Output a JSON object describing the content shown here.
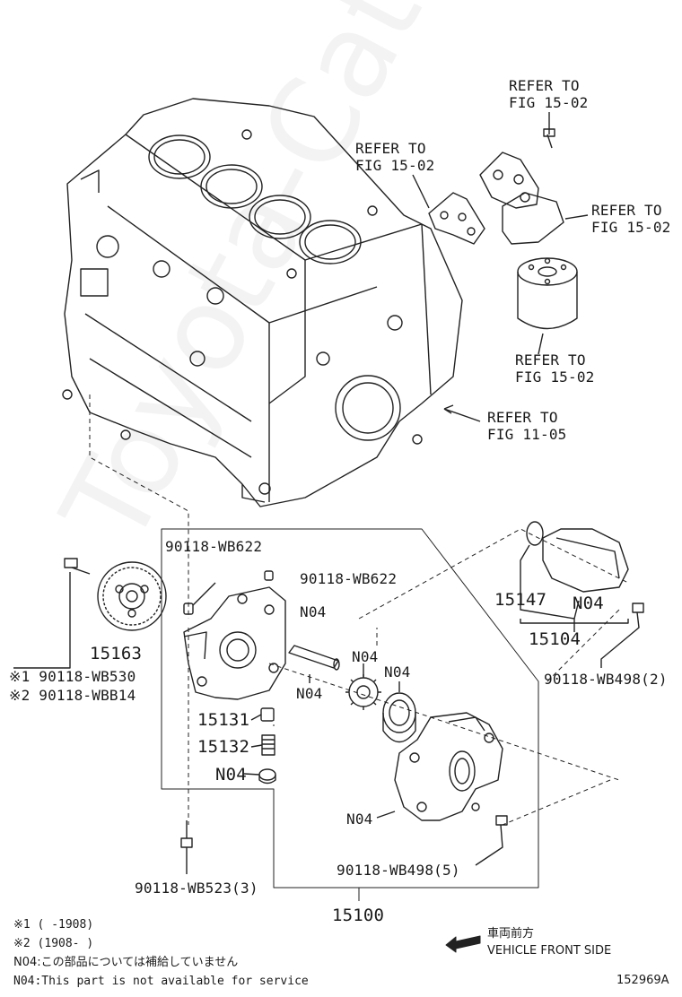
{
  "watermark": "Toyota-Catalog.ru",
  "refs": {
    "r1": [
      "REFER TO",
      "FIG 15-02"
    ],
    "r2": [
      "REFER TO",
      "FIG 15-02"
    ],
    "r3": [
      "REFER TO",
      "FIG 15-02"
    ],
    "r4": [
      "REFER TO",
      "FIG 15-02"
    ],
    "r5": [
      "REFER TO",
      "FIG 11-05"
    ]
  },
  "parts": {
    "p90118_wb622_a": "90118-WB622",
    "p90118_wb622_b": "90118-WB622",
    "n04_a": "N04",
    "p15163": "15163",
    "note1_part": "※1 90118-WB530",
    "note2_part": "※2 90118-WBB14",
    "n04_b": "N04",
    "n04_c": "N04",
    "n04_d": "N04",
    "p15131": "15131",
    "p15132": "15132",
    "n04_e": "N04",
    "n04_f": "N04",
    "p90118_wb498_5": "90118-WB498(5)",
    "p90118_wb523_3": "90118-WB523(3)",
    "p15100": "15100",
    "p15147": "15147",
    "n04_g": "N04",
    "p15104": "15104",
    "p90118_wb498_2": "90118-WB498(2)"
  },
  "notes": {
    "n1": "※1 (     -1908)",
    "n2": "※2 (1908-     )",
    "n3": "N04:この部品については補給していません",
    "n4": "N04:This part is not available for service"
  },
  "direction": {
    "jp": "車両前方",
    "en": "VEHICLE FRONT SIDE"
  },
  "figure_code": "152969A"
}
